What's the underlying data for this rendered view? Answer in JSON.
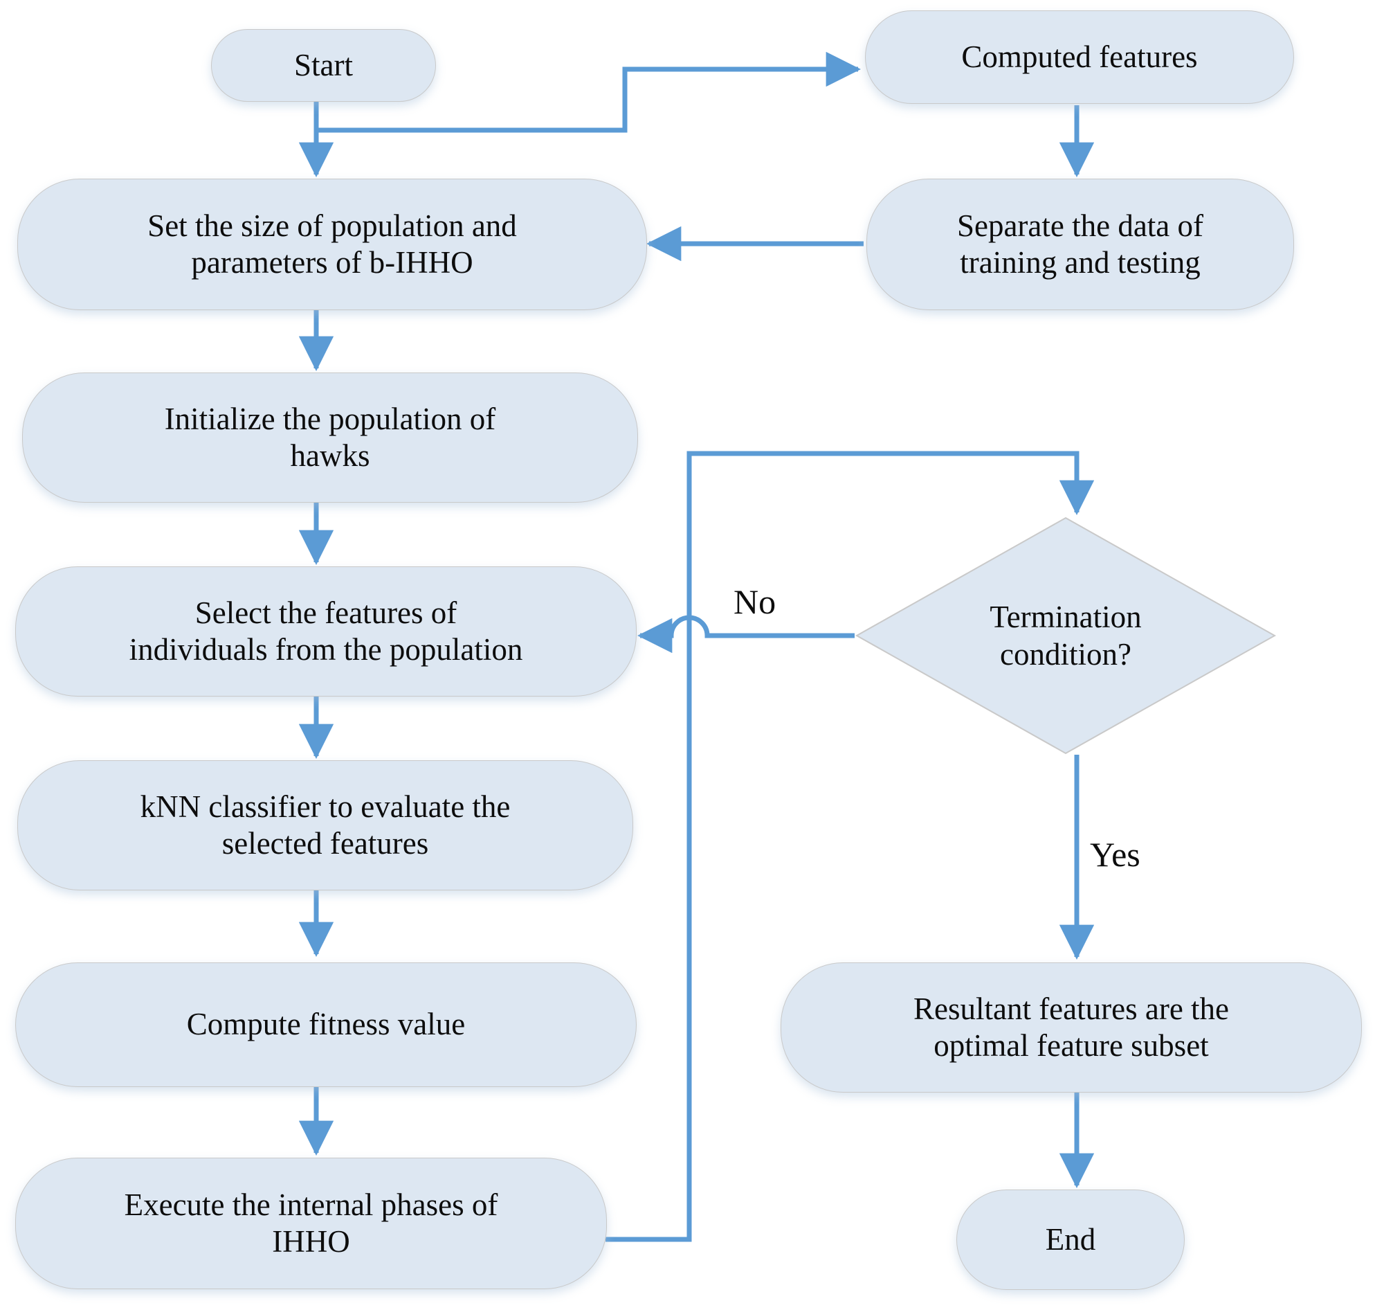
{
  "diagram": {
    "type": "flowchart",
    "title": "b-IHHO feature selection flowchart",
    "colors": {
      "node_fill": "#dde7f2",
      "node_border": "#c9c9c9",
      "edge": "#5b9bd5",
      "text": "#0d0d0d",
      "background": "#ffffff"
    },
    "nodes": [
      {
        "id": "start",
        "shape": "rounded",
        "label": "Start"
      },
      {
        "id": "computed",
        "shape": "rounded",
        "label": "Computed features"
      },
      {
        "id": "setsize",
        "shape": "rounded",
        "label": "Set the size of population and\nparameters of b-IHHO"
      },
      {
        "id": "separate",
        "shape": "rounded",
        "label": "Separate the data of\ntraining and testing"
      },
      {
        "id": "initialize",
        "shape": "rounded",
        "label": "Initialize the population of\nhawks"
      },
      {
        "id": "select",
        "shape": "rounded",
        "label": "Select the features of\nindividuals from the population"
      },
      {
        "id": "knn",
        "shape": "rounded",
        "label": "kNN classifier to evaluate the\nselected features"
      },
      {
        "id": "fitness",
        "shape": "rounded",
        "label": "Compute fitness value"
      },
      {
        "id": "execute",
        "shape": "rounded",
        "label": "Execute the internal phases of\nIHHO"
      },
      {
        "id": "termination",
        "shape": "diamond",
        "label": "Termination\ncondition?"
      },
      {
        "id": "resultant",
        "shape": "rounded",
        "label": "Resultant features are the\noptimal feature subset"
      },
      {
        "id": "end",
        "shape": "rounded",
        "label": "End"
      }
    ],
    "edge_labels": [
      {
        "id": "no",
        "text": "No"
      },
      {
        "id": "yes",
        "text": "Yes"
      }
    ],
    "edges": [
      {
        "from": "start",
        "to": "setsize",
        "label": ""
      },
      {
        "from": "start",
        "to": "computed",
        "label": ""
      },
      {
        "from": "computed",
        "to": "separate",
        "label": ""
      },
      {
        "from": "separate",
        "to": "setsize",
        "label": ""
      },
      {
        "from": "setsize",
        "to": "initialize",
        "label": ""
      },
      {
        "from": "initialize",
        "to": "select",
        "label": ""
      },
      {
        "from": "select",
        "to": "knn",
        "label": ""
      },
      {
        "from": "knn",
        "to": "fitness",
        "label": ""
      },
      {
        "from": "fitness",
        "to": "execute",
        "label": ""
      },
      {
        "from": "execute",
        "to": "termination",
        "label": ""
      },
      {
        "from": "termination",
        "to": "select",
        "label": "No"
      },
      {
        "from": "termination",
        "to": "resultant",
        "label": "Yes"
      },
      {
        "from": "resultant",
        "to": "end",
        "label": ""
      }
    ]
  }
}
